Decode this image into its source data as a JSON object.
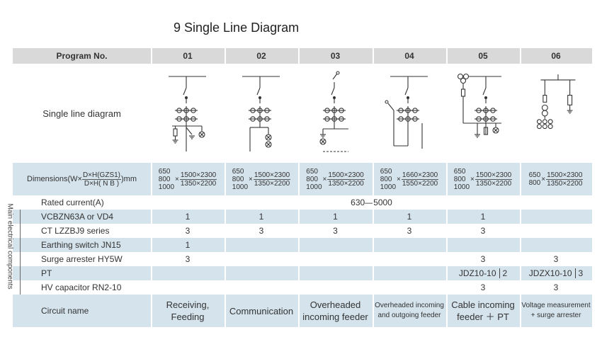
{
  "title": "9 Single Line Diagram",
  "header": {
    "label": "Program No.",
    "programs": [
      "01",
      "02",
      "03",
      "04",
      "05",
      "06"
    ]
  },
  "diagram_row": {
    "label": "Single line diagram"
  },
  "dimensions": {
    "label_prefix": "Dimensions(W×",
    "label_num": "D×H(GZS1)",
    "label_den": "D×H( N  B )",
    "label_suffix": ")mm",
    "widths_a": [
      "650\n800\n1000",
      "650\n800\n1000",
      "650\n800\n1000",
      "650\n800\n1000",
      "650\n800\n1000",
      "650\n800"
    ],
    "num": [
      "1500×2300",
      "1500×2300",
      "1500×2300",
      "1660×2300",
      "1500×2300",
      "1500×2300"
    ],
    "den": [
      "1350×2200",
      "1350×2200",
      "1350×2200",
      "1550×2200",
      "1350×2200",
      "1350×2200"
    ]
  },
  "rated_current": {
    "label": "Rated current(A)",
    "value": "630—5000"
  },
  "components_category": "Main electrical components",
  "components": [
    {
      "label": "VCBZN63A or VD4",
      "values": [
        "1",
        "1",
        "1",
        "1",
        "1",
        ""
      ]
    },
    {
      "label": "CT LZZBJ9 series",
      "values": [
        "3",
        "3",
        "3",
        "3",
        "3",
        ""
      ]
    },
    {
      "label": "Earthing switch JN15",
      "values": [
        "1",
        "",
        "",
        "",
        "",
        ""
      ]
    },
    {
      "label": "Surge arrester HY5W",
      "values": [
        "3",
        "",
        "",
        "",
        "3",
        "3"
      ]
    },
    {
      "label": "PT",
      "values": [
        "",
        "",
        "",
        "",
        "JDZ10-10",
        "JDZX10-10"
      ],
      "counts": [
        "",
        "",
        "",
        "",
        "2",
        "3"
      ]
    },
    {
      "label": "HV capacitor RN2-10",
      "values": [
        "",
        "",
        "",
        "",
        "3",
        "3"
      ]
    }
  ],
  "circuit": {
    "label": "Circuit name",
    "names": [
      [
        "Receiving,",
        "Feeding"
      ],
      [
        "Communication",
        ""
      ],
      [
        "Overheaded",
        "incoming feeder"
      ],
      [
        "Overheaded incoming",
        "and outgoing feeder"
      ],
      [
        "Cable incoming",
        "feeder ＋ PT"
      ],
      [
        "Voltage measurement",
        "+ surge arrester"
      ]
    ]
  }
}
